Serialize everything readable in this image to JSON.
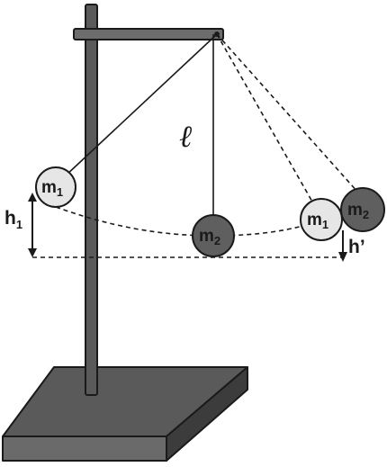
{
  "labels": {
    "length": "ℓ",
    "h1": "h",
    "h1_sub": "1",
    "h_prime": "h’",
    "mass1": "m",
    "mass1_sub": "1",
    "mass2": "m",
    "mass2_sub": "2"
  },
  "colors": {
    "stand": "#5a5a5a",
    "stand_top": "#6d6d6d",
    "stand_side": "#3c3c3c",
    "mass1_fill": "#e6e6e6",
    "mass2_fill": "#5f5f5f",
    "outline": "#1a1a1a"
  }
}
